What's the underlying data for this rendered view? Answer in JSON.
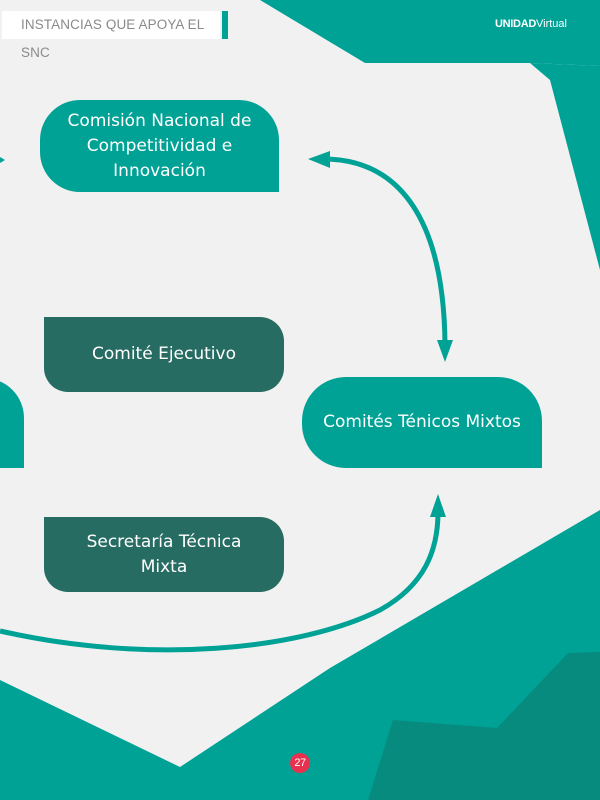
{
  "header": {
    "section_title": "INSTANCIAS QUE APOYA EL SNC",
    "brand_bold": "UNIDAD",
    "brand_light": "Virtual"
  },
  "diagram": {
    "nodes": [
      {
        "id": "cnci",
        "label": "Comisión Nacional de Competitividad e Innovación",
        "style": "teal"
      },
      {
        "id": "ce",
        "label": "Comité Ejecutivo",
        "style": "dark"
      },
      {
        "id": "ctm",
        "label": "Comités Ténicos Mixtos",
        "style": "teal"
      },
      {
        "id": "stm",
        "label": "Secretaría Técnica Mixta",
        "style": "dark"
      }
    ],
    "edges": [
      {
        "from": "cnci",
        "to": "ctm",
        "type": "bidirectional-arrow"
      },
      {
        "from": "offscreen-left",
        "to": "ctm",
        "type": "arrow"
      }
    ]
  },
  "footer": {
    "page_number": "27"
  },
  "colors": {
    "teal": "#00a296",
    "dark_teal": "#276c62",
    "deep_teal": "#078b7e",
    "background": "#f1f1f1",
    "page_badge": "#e8314f"
  }
}
